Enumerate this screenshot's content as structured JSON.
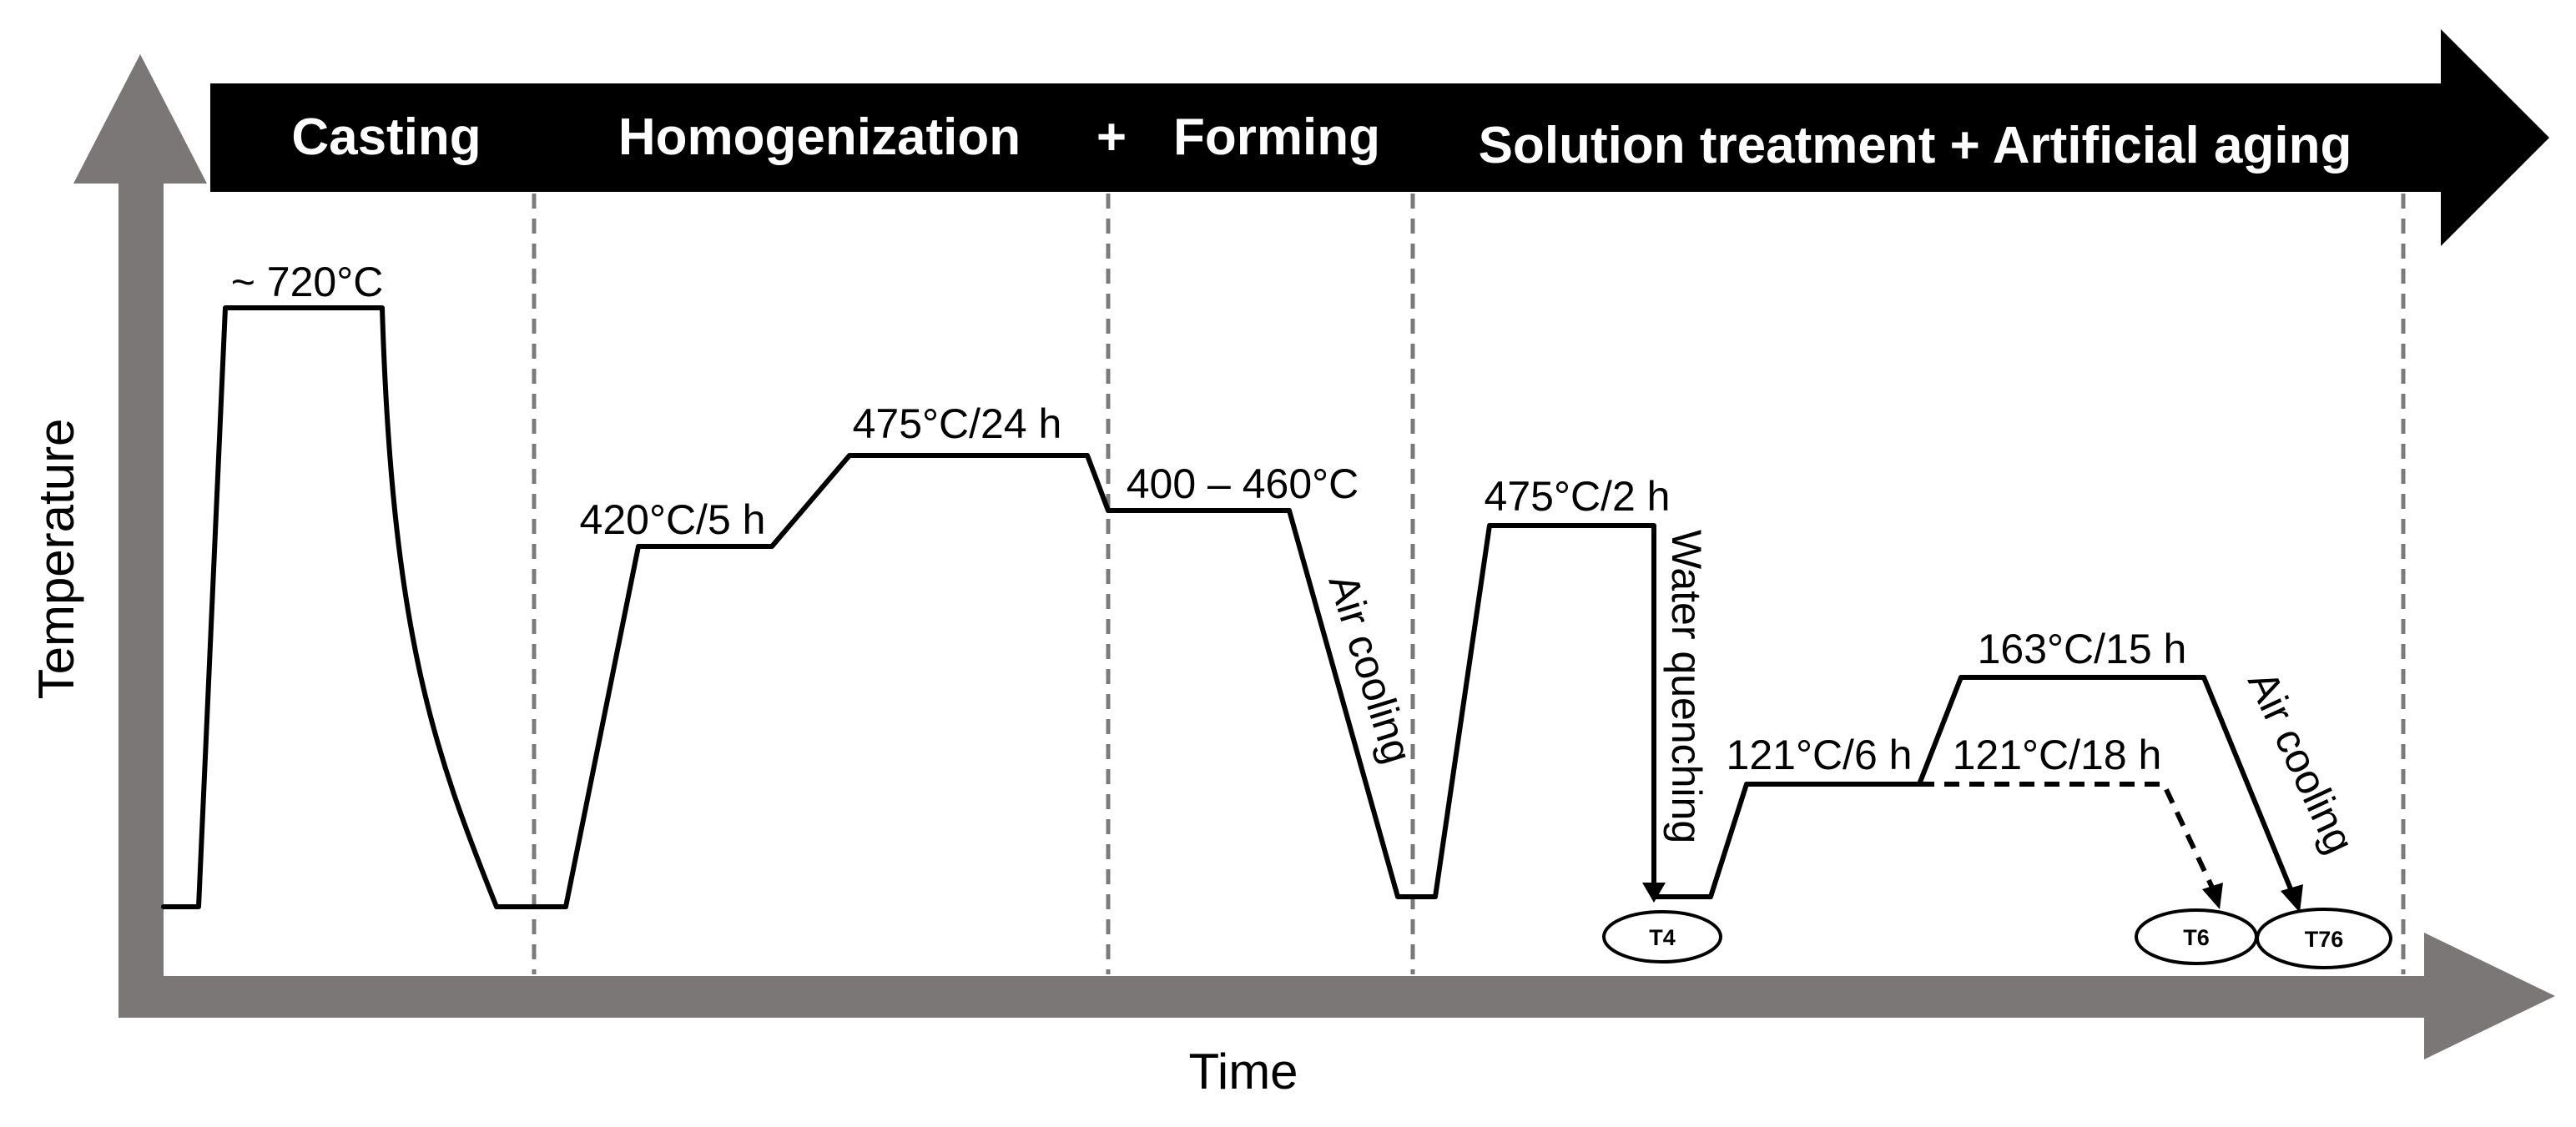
{
  "stages": {
    "casting": "Casting",
    "homogenization": "Homogenization",
    "plus1": "+",
    "forming": "Forming",
    "solution": "Solution treatment + Artificial aging"
  },
  "axes": {
    "x": "Time",
    "y": "Temperature"
  },
  "labels": {
    "melt": "~ 720°C",
    "homog1": "420°C/5 h",
    "homog2": "475°C/24 h",
    "forming": "400 – 460°C",
    "air_cooling_1": "Air cooling",
    "solution": "475°C/2 h",
    "water_quenching": "Water quenching",
    "aging1": "121°C/6 h",
    "aging2": "163°C/15 h",
    "aging3": "121°C/18 h",
    "air_cooling_2": "Air cooling"
  },
  "badges": {
    "t4": "T4",
    "t6": "T6",
    "t76": "T76"
  },
  "colors": {
    "axis": "#7a7776",
    "banner": "#000000",
    "divider": "#7a7a7a"
  }
}
